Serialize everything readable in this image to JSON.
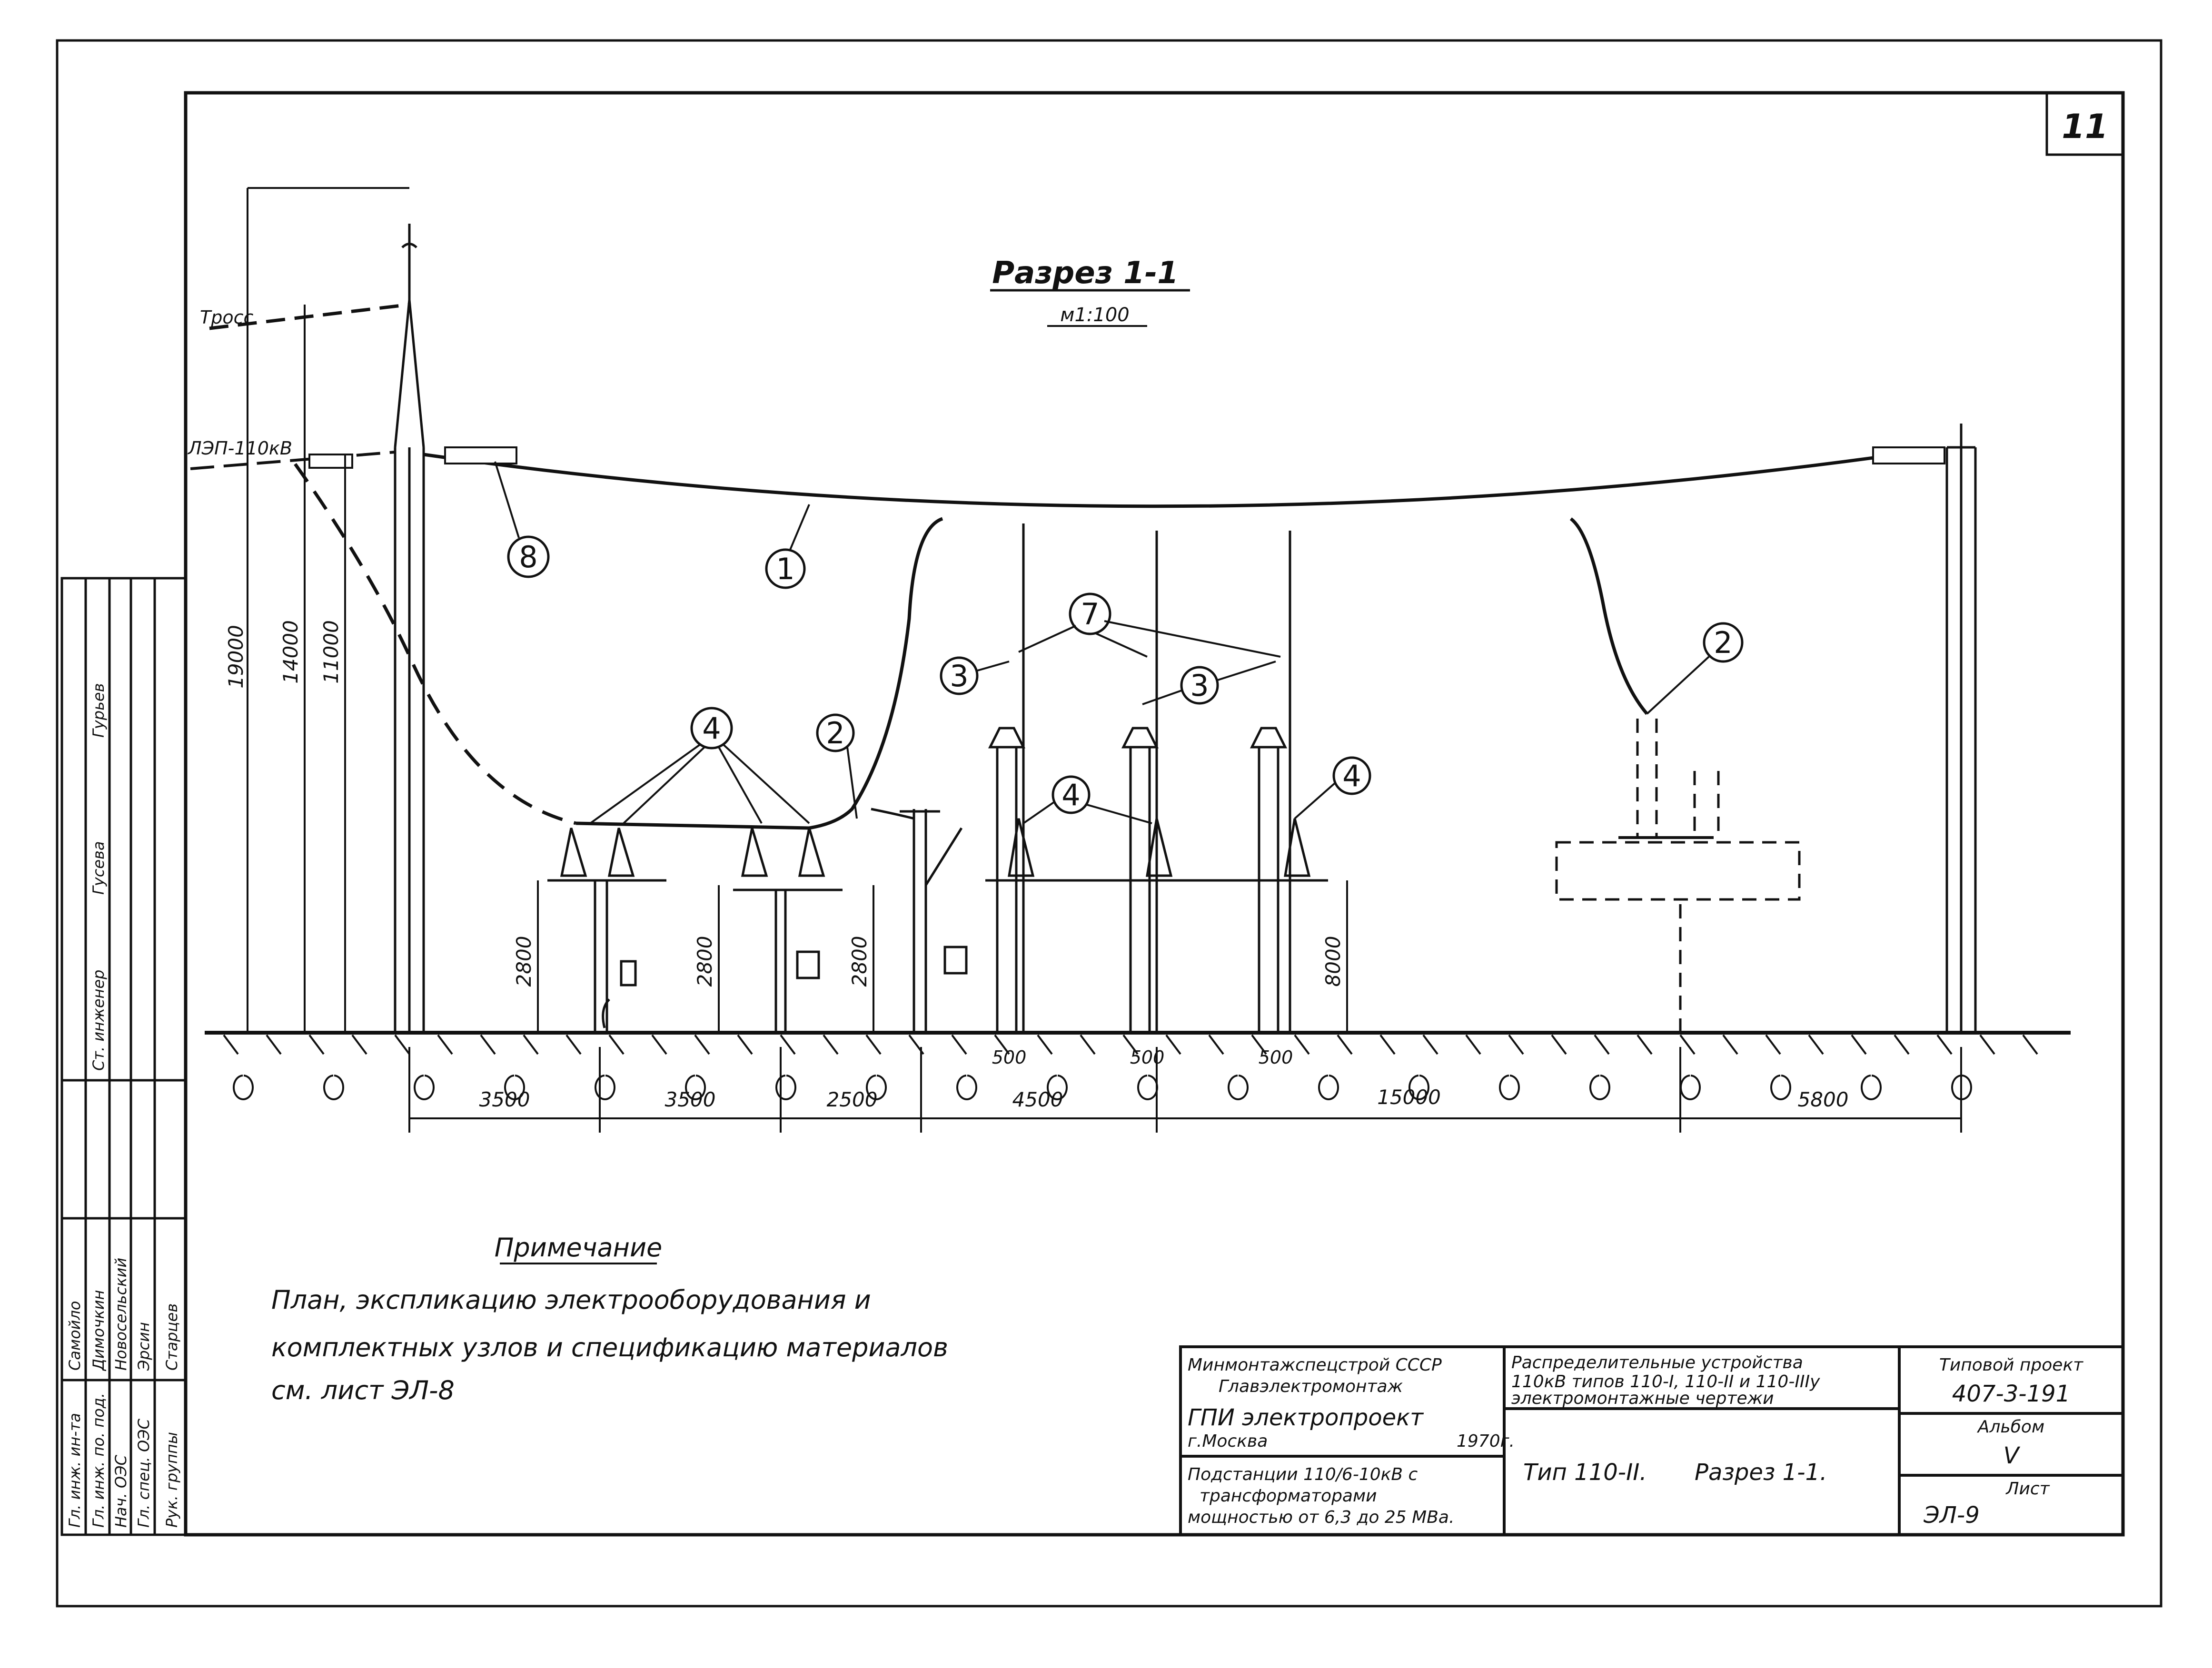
{
  "sheet_corner": "11",
  "section": {
    "title": "Разрез 1-1",
    "scale": "м1:100"
  },
  "labels": {
    "cable": "Тросс",
    "line": "ЛЭП-110кВ"
  },
  "heights": [
    "19000",
    "14000",
    "11000"
  ],
  "equip_heights": [
    "2800",
    "2800",
    "2800",
    "8000"
  ],
  "callouts": [
    "8",
    "1",
    "7",
    "3",
    "3",
    "2",
    "2",
    "4",
    "4",
    "4"
  ],
  "dims": {
    "spans": [
      "3500",
      "3500",
      "2500",
      "4500",
      "15000",
      "5800"
    ],
    "small": [
      "500",
      "500",
      "500"
    ]
  },
  "note": {
    "heading": "Примечание",
    "line1": "План, экспликацию электрооборудования и",
    "line2": "комплектных узлов и спецификацию материалов",
    "line3": "см. лист  ЭЛ-8"
  },
  "title_block": {
    "org1": "Минмонтажспецстрой СССР",
    "org2": "Главэлектромонтаж",
    "org3": "ГПИ электропроект",
    "city": "г.Москва",
    "year": "1970г.",
    "desc1": "Распределительные устройства",
    "desc2": "110кВ типов 110-I, 110-II и 110-IIIу",
    "desc3": "электромонтажные чертежи",
    "project_label": "Типовой проект",
    "project_no": "407-3-191",
    "album_label": "Альбом",
    "album_no": "V",
    "sheet_label": "Лист",
    "sheet_no": "ЭЛ-9",
    "sub1": "Подстанции 110/6-10кВ с",
    "sub2": "трансформаторами",
    "sub3": "мощностью от 6,3 до 25 МВа.",
    "type_text": "Тип 110-II.",
    "section_text": "Разрез 1-1."
  },
  "side_block": {
    "roles": [
      "Гл. инж. ин-та",
      "Гл. инж. по. под.",
      "Нач. ОЭС",
      "Гл. спец. ОЭС",
      "Рук. группы",
      "Ст. инженер"
    ],
    "names": [
      "Самойло",
      "Димочкин",
      "Новосельский",
      "Эрсин",
      "Старцев",
      "Гусева"
    ],
    "extra": "Гурьев"
  }
}
